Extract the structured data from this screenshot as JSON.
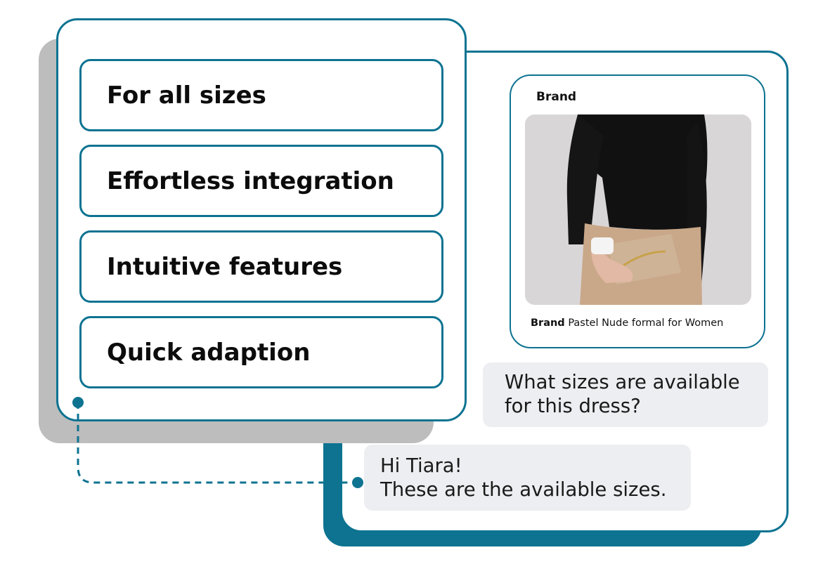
{
  "features": [
    {
      "label": "For all sizes"
    },
    {
      "label": "Effortless integration"
    },
    {
      "label": "Intuitive features"
    },
    {
      "label": "Quick adaption"
    }
  ],
  "product": {
    "brand_label": "Brand",
    "caption_brand": "Brand",
    "caption_text": "Pastel Nude formal for Women"
  },
  "chat": {
    "user_message_line1": "What sizes are available",
    "user_message_line2": "for this dress?",
    "bot_message_line1": "Hi Tiara!",
    "bot_message_line2": "These are the available sizes."
  },
  "colors": {
    "accent": "#0d7391",
    "shadow": "#bdbdbd",
    "bubble": "#edeef1"
  }
}
